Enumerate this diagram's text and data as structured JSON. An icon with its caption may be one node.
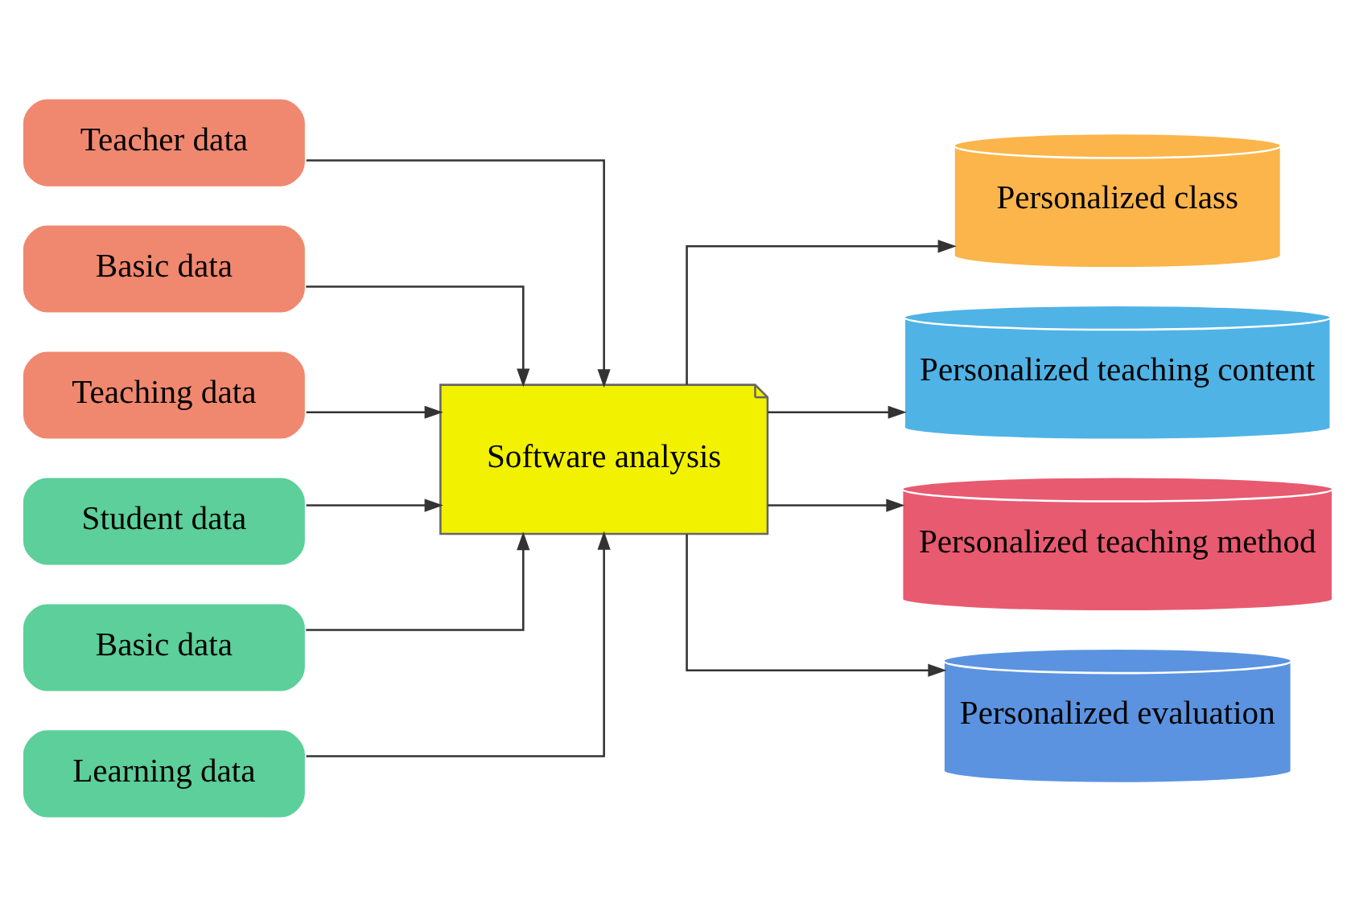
{
  "diagram": {
    "nodes": [
      {
        "text": [
          "Teacher data"
        ]
      },
      {
        "text": [
          "Basic data"
        ]
      },
      {
        "text": [
          "Teaching data"
        ]
      },
      {
        "text": [
          "Student data"
        ]
      },
      {
        "text": [
          "Basic data"
        ]
      },
      {
        "text": [
          "Learning data"
        ]
      },
      {
        "text": [
          "Software analysis"
        ]
      },
      {
        "text": [
          "Personalized class"
        ]
      },
      {
        "text": [
          "Personalized teaching content"
        ]
      },
      {
        "text": [
          "Personalized teaching method"
        ]
      },
      {
        "text": [
          "Personalized evaluation"
        ]
      }
    ],
    "edges": [
      {
        "from": 0,
        "to": 6,
        "arrow": "to"
      },
      {
        "from": 1,
        "to": 6,
        "arrow": "to"
      },
      {
        "from": 2,
        "to": 6,
        "arrow": "to"
      },
      {
        "from": 3,
        "to": 6,
        "arrow": "to"
      },
      {
        "from": 4,
        "to": 6,
        "arrow": "to"
      },
      {
        "from": 5,
        "to": 6,
        "arrow": "to"
      },
      {
        "from": 6,
        "to": 7,
        "arrow": "to"
      },
      {
        "from": 6,
        "to": 8,
        "arrow": "to"
      },
      {
        "from": 6,
        "to": 9,
        "arrow": "to"
      },
      {
        "from": 6,
        "to": 10,
        "arrow": "to"
      }
    ]
  }
}
